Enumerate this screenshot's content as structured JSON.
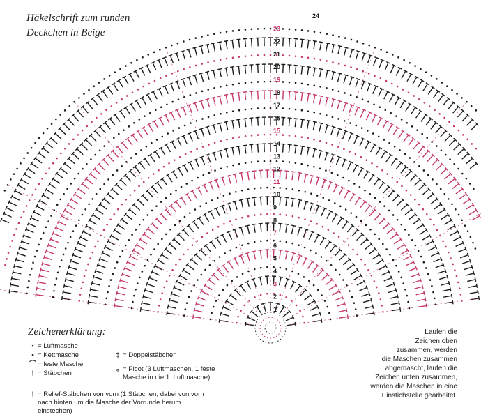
{
  "title_line1": "Häkelschrift zum runden",
  "title_line2": "Deckchen in Beige",
  "legend": {
    "heading": "Zeichenerklärung:",
    "left": [
      {
        "symbol": "•",
        "text": "= Luftmasche"
      },
      {
        "symbol": "•",
        "text": "= Kettmasche"
      },
      {
        "symbol": "⌒",
        "text": "= feste Masche"
      },
      {
        "symbol": "†",
        "text": "= Stäbchen"
      }
    ],
    "right": [
      {
        "symbol": "‡",
        "text": "= Doppelstäbchen"
      },
      {
        "symbol": "ₒ",
        "text": "= Picot (3 Luftmaschen, 1 feste"
      },
      {
        "symbol": "",
        "text": "Masche in die 1. Luftmasche)"
      }
    ],
    "relief": [
      {
        "symbol": "†",
        "text": "= Relief-Stäbchen von vorn (1 Stäbchen, dabei von vorn"
      },
      {
        "symbol": "",
        "text": "nach hinten um die Masche der Vorrunde herum"
      },
      {
        "symbol": "",
        "text": "einstechen)"
      }
    ]
  },
  "note_lines": [
    "Laufen die",
    "Zeichen oben",
    "zusammen, werden",
    "die Maschen zusammen",
    "abgemascht, laufen die",
    "Zeichen unten zusammen,",
    "werden die Maschen in eine",
    "Einstichstelle gearbeitet."
  ],
  "round_numbers": [
    "24",
    "23",
    "22",
    "21",
    "20",
    "19",
    "18",
    "17",
    "16",
    "15",
    "14",
    "13",
    "12",
    "11",
    "10",
    "9",
    "8",
    "7",
    "6",
    "5",
    "4",
    "3",
    "2",
    "1"
  ],
  "colors": {
    "dark": "#1c1c1c",
    "pink": "#c4386e",
    "background": "#ffffff"
  }
}
